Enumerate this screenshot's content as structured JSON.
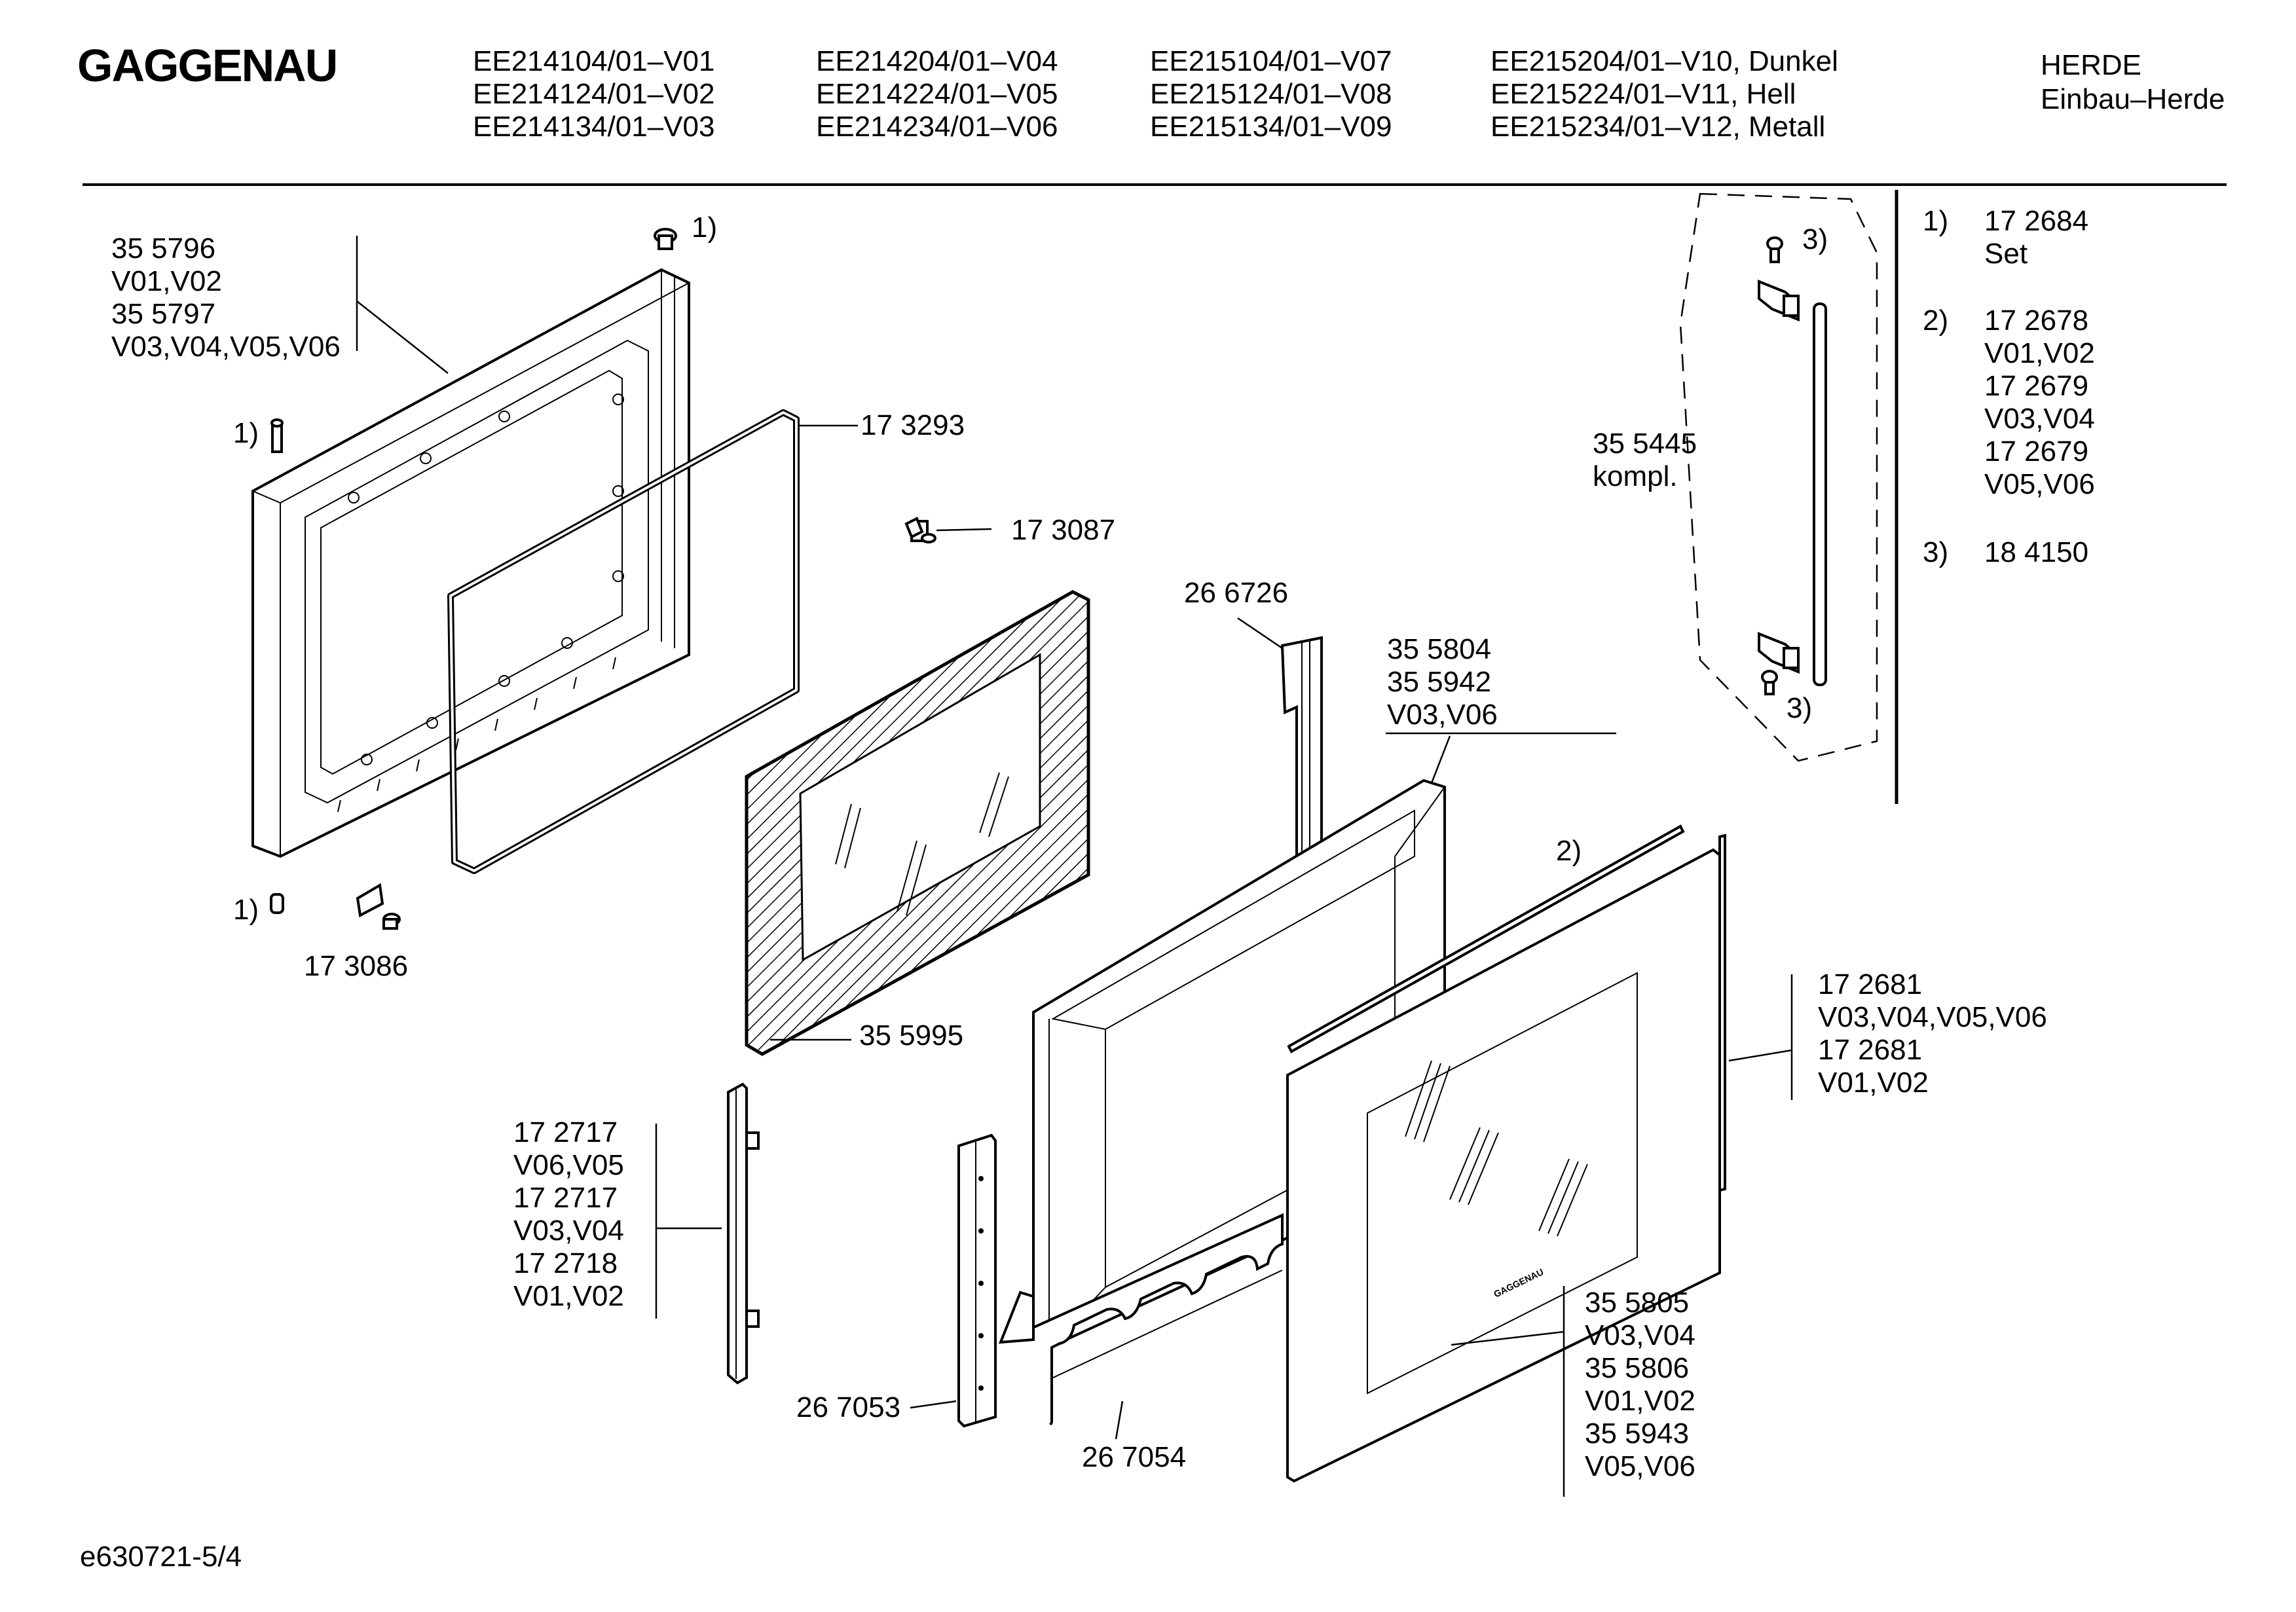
{
  "header": {
    "brand": "GAGGENAU",
    "models": [
      [
        "EE214104/01–V01",
        "EE214124/01–V02",
        "EE214134/01–V03"
      ],
      [
        "EE214204/01–V04",
        "EE214224/01–V05",
        "EE214234/01–V06"
      ],
      [
        "EE215104/01–V07",
        "EE215124/01–V08",
        "EE215134/01–V09"
      ],
      [
        "EE215204/01–V10, Dunkel",
        "EE215224/01–V11, Hell",
        "EE215234/01–V12, Metall"
      ]
    ],
    "category": "HERDE",
    "subcategory": "Einbau–Herde"
  },
  "legend": [
    {
      "num": "1)",
      "lines": [
        "17 2684",
        "Set"
      ]
    },
    {
      "num": "2)",
      "lines": [
        "17 2678",
        "V01,V02",
        "17 2679",
        "V03,V04",
        "17 2679",
        " V05,V06"
      ]
    },
    {
      "num": "3)",
      "lines": [
        "18 4150"
      ]
    }
  ],
  "callouts": {
    "frame": [
      "35 5796",
      "V01,V02",
      "35 5797",
      "V03,V04,V05,V06"
    ],
    "frame_ref_top": "1)",
    "frame_ref_left": "1)",
    "frame_ref_bottom": "1)",
    "gasket": "17 3293",
    "screw": "17 3087",
    "hinge_small": "17 3086",
    "inner_glass": "35 5995",
    "profile_top": "26 6726",
    "inner_door": [
      "35 5804",
      "35 5942",
      "V03,V06"
    ],
    "trim_strip": "2)",
    "side_strip": [
      "17 2681",
      "V03,V04,V05,V06",
      "17 2681",
      "V01,V02"
    ],
    "side_rail": [
      "17 2717",
      "V06,V05",
      "17 2717",
      "V03,V04",
      "17 2718",
      "V01,V02"
    ],
    "rail_bottom": "26 7053",
    "bracket": "26 7054",
    "outer_glass": [
      "35 5805",
      "V03,V04",
      "35 5806",
      "V01,V02",
      "35 5943",
      "V05,V06"
    ],
    "handle_kit": [
      "35 5445",
      "kompl."
    ],
    "handle_ref_top": "3)",
    "handle_ref_bottom": "3)",
    "front_logo": "GAGGENAU"
  },
  "footer": {
    "doc_id": "e630721-5/4"
  }
}
